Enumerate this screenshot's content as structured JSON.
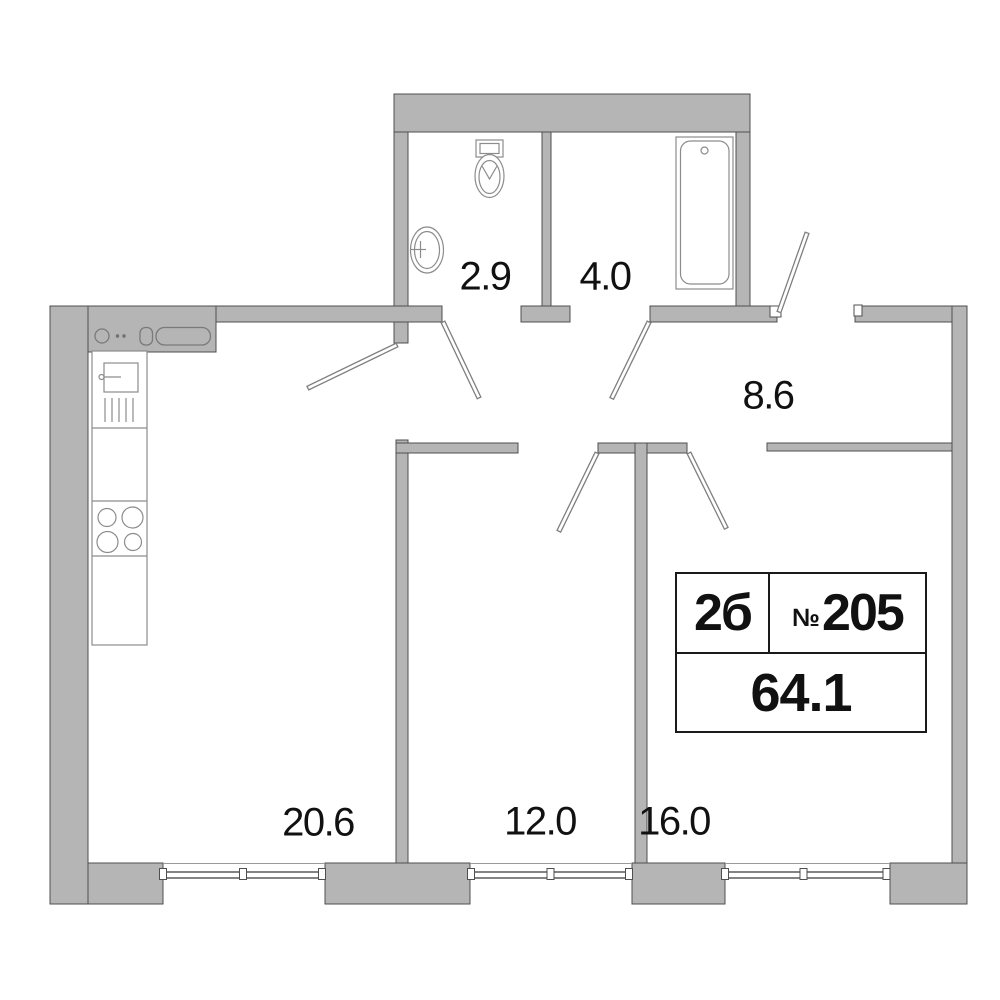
{
  "title": "Apartment floor plan",
  "rooms": [
    {
      "id": "wc",
      "area": "2.9",
      "fixtures": [
        "toilet-icon",
        "sink-icon"
      ]
    },
    {
      "id": "bathroom",
      "area": "4.0",
      "fixtures": [
        "bathtub-icon"
      ]
    },
    {
      "id": "hallway",
      "area": "8.6",
      "fixtures": []
    },
    {
      "id": "kitchen-living-room",
      "area": "20.6",
      "fixtures": [
        "kitchen-counter-icon",
        "kitchen-sink-icon",
        "stove-icon",
        "vent-shaft-icon"
      ]
    },
    {
      "id": "bedroom-1",
      "area": "12.0",
      "fixtures": []
    },
    {
      "id": "bedroom-2",
      "area": "16.0",
      "fixtures": []
    }
  ],
  "info_box": {
    "apartment_type": "2б",
    "number_sign": "№",
    "apartment_number": "205",
    "total_area": "64.1"
  },
  "colors": {
    "wall_fill": "#b5b5b5",
    "wall_stroke": "#4f4f4f",
    "fixture_stroke": "#8c8c8c",
    "window_stroke": "#5a5a5a",
    "text_color": "#111111",
    "box_border": "#1a1a1a"
  }
}
